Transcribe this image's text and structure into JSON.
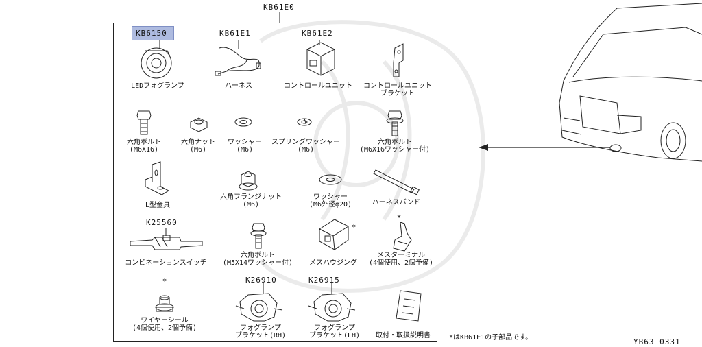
{
  "assembly_code": "KB61E0",
  "highlighted_code": "KB6150",
  "parts": {
    "led_fog_lamp": {
      "code": "KB6150",
      "label": "LEDフォグランプ"
    },
    "harness": {
      "code": "KB61E1",
      "label": "ハーネス"
    },
    "control_unit": {
      "code": "KB61E2",
      "label": "コントロールユニット"
    },
    "control_unit_bracket": {
      "line1": "コントロールユニット",
      "line2": "ブラケット"
    },
    "hex_bolt_m6x16": {
      "line1": "六角ボルト",
      "line2": "(M6X16)"
    },
    "hex_nut_m6": {
      "line1": "六角ナット",
      "line2": "(M6)"
    },
    "washer_m6": {
      "line1": "ワッシャー",
      "line2": "(M6)"
    },
    "spring_washer_m6": {
      "line1": "スプリングワッシャー",
      "line2": "(M6)"
    },
    "hex_bolt_washer": {
      "line1": "六角ボルト",
      "line2": "(M6X16ワッシャー付)"
    },
    "l_bracket": {
      "label": "L型金具"
    },
    "hex_flange_nut": {
      "line1": "六角フランジナット",
      "line2": "(M6)"
    },
    "washer_od20": {
      "line1": "ワッシャー",
      "line2": "(M6外径φ20)"
    },
    "harness_band": {
      "label": "ハーネスバンド"
    },
    "combination_switch": {
      "code": "K25560",
      "label": "コンビネーションスイッチ"
    },
    "hex_bolt_m5": {
      "line1": "六角ボルト",
      "line2": "(M5X14ワッシャー付)"
    },
    "female_housing": {
      "label": "メスハウジング"
    },
    "female_terminal": {
      "line1": "メスターミナル",
      "line2": "(4個使用、2個予備)"
    },
    "wire_seal": {
      "line1": "ワイヤーシール",
      "line2": "(4個使用、2個予備)"
    },
    "fog_bracket_rh": {
      "code": "K26910",
      "line1": "フォグランプ",
      "line2": "ブラケット(RH)"
    },
    "fog_bracket_lh": {
      "code": "K26915",
      "line1": "フォグランプ",
      "line2": "ブラケット(LH)"
    },
    "manual": {
      "label": "取付・取扱説明書"
    }
  },
  "asterisk": "*",
  "footnote": "*はKB61E1の子部品です。",
  "figure_id": "YB63 0331"
}
